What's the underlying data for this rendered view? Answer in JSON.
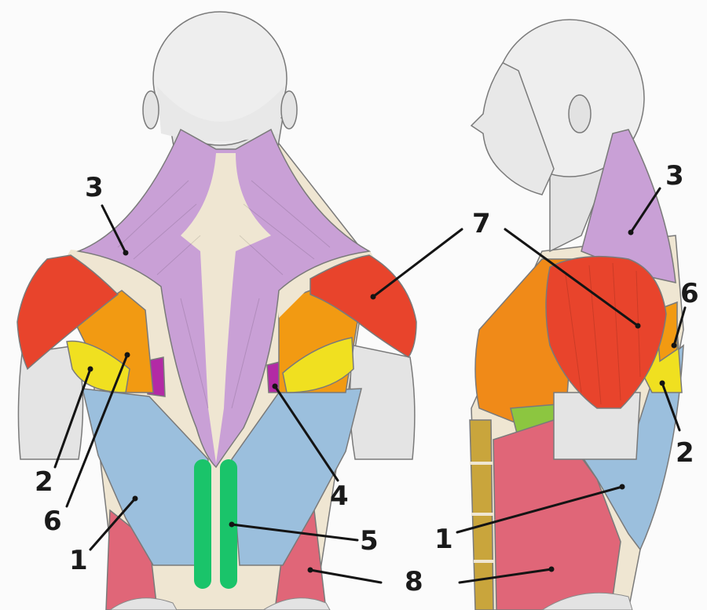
{
  "colors": {
    "background": "#fbfbfb",
    "skin": "#efe6d2",
    "head": "#eeeeee",
    "arm": "#e4e4e4",
    "trapezius": "#c9a0d6",
    "deltoid": "#e8442c",
    "infraspinatus": "#f29a12",
    "teres_minor": "#f0e020",
    "teres_major": "#b32aa5",
    "latissimus": "#9bbfdd",
    "erector_marks": "#1ac46a",
    "oblique": "#e06678",
    "pectoral": "#f08a18",
    "serratus": "#8cc640",
    "rectus": "#c9a53c"
  },
  "labels": {
    "left_1": "1",
    "left_2": "2",
    "left_3": "3",
    "left_4": "4",
    "left_5": "5",
    "left_6": "6",
    "right_1": "1",
    "right_2": "2",
    "right_3": "3",
    "right_6": "6",
    "top_7": "7",
    "bottom_8": "8"
  }
}
